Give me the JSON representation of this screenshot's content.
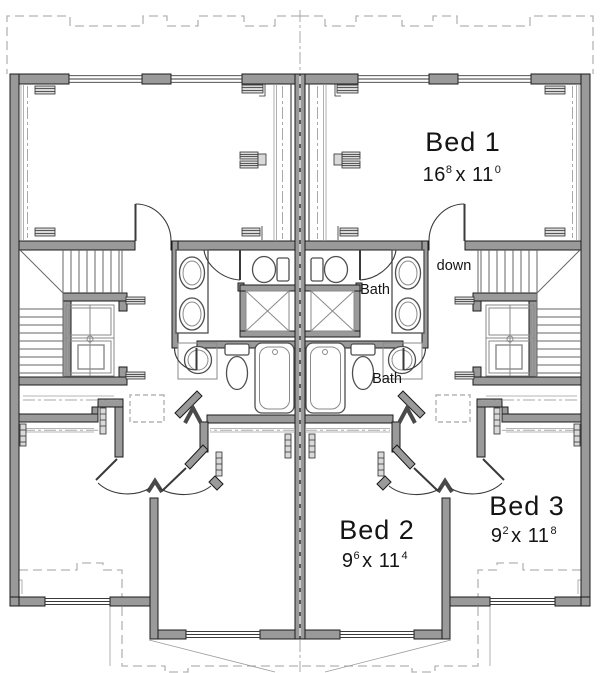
{
  "plan": {
    "rooms": {
      "bed1": {
        "label": "Bed 1",
        "dim_feet_a": "16",
        "dim_in_a": "8",
        "dim_mid": "x 11",
        "dim_in_b": "0"
      },
      "bed2": {
        "label": "Bed 2",
        "dim_feet_a": "9",
        "dim_in_a": "6",
        "dim_mid": "x 11",
        "dim_in_b": "4"
      },
      "bed3": {
        "label": "Bed 3",
        "dim_feet_a": "9",
        "dim_in_a": "2",
        "dim_mid": "x 11",
        "dim_in_b": "8"
      },
      "bath_upper": {
        "label": "Bath"
      },
      "bath_lower": {
        "label": "Bath"
      },
      "stairs": {
        "label": "down"
      }
    }
  },
  "colors": {
    "background": "#ffffff",
    "wall_fill": "#9a9a9a",
    "wall_outline": "#1b1b1b",
    "thin_line": "#666666",
    "dashed_line": "#b3b3b3",
    "text": "#141414"
  },
  "fixture_icons": [
    "toilet-icon",
    "sink-icon",
    "bathtub-icon",
    "linen-closet-icon",
    "furnace-icon",
    "stair-treads",
    "door-arc",
    "skylight-dashed",
    "closet-rod-dashed"
  ]
}
